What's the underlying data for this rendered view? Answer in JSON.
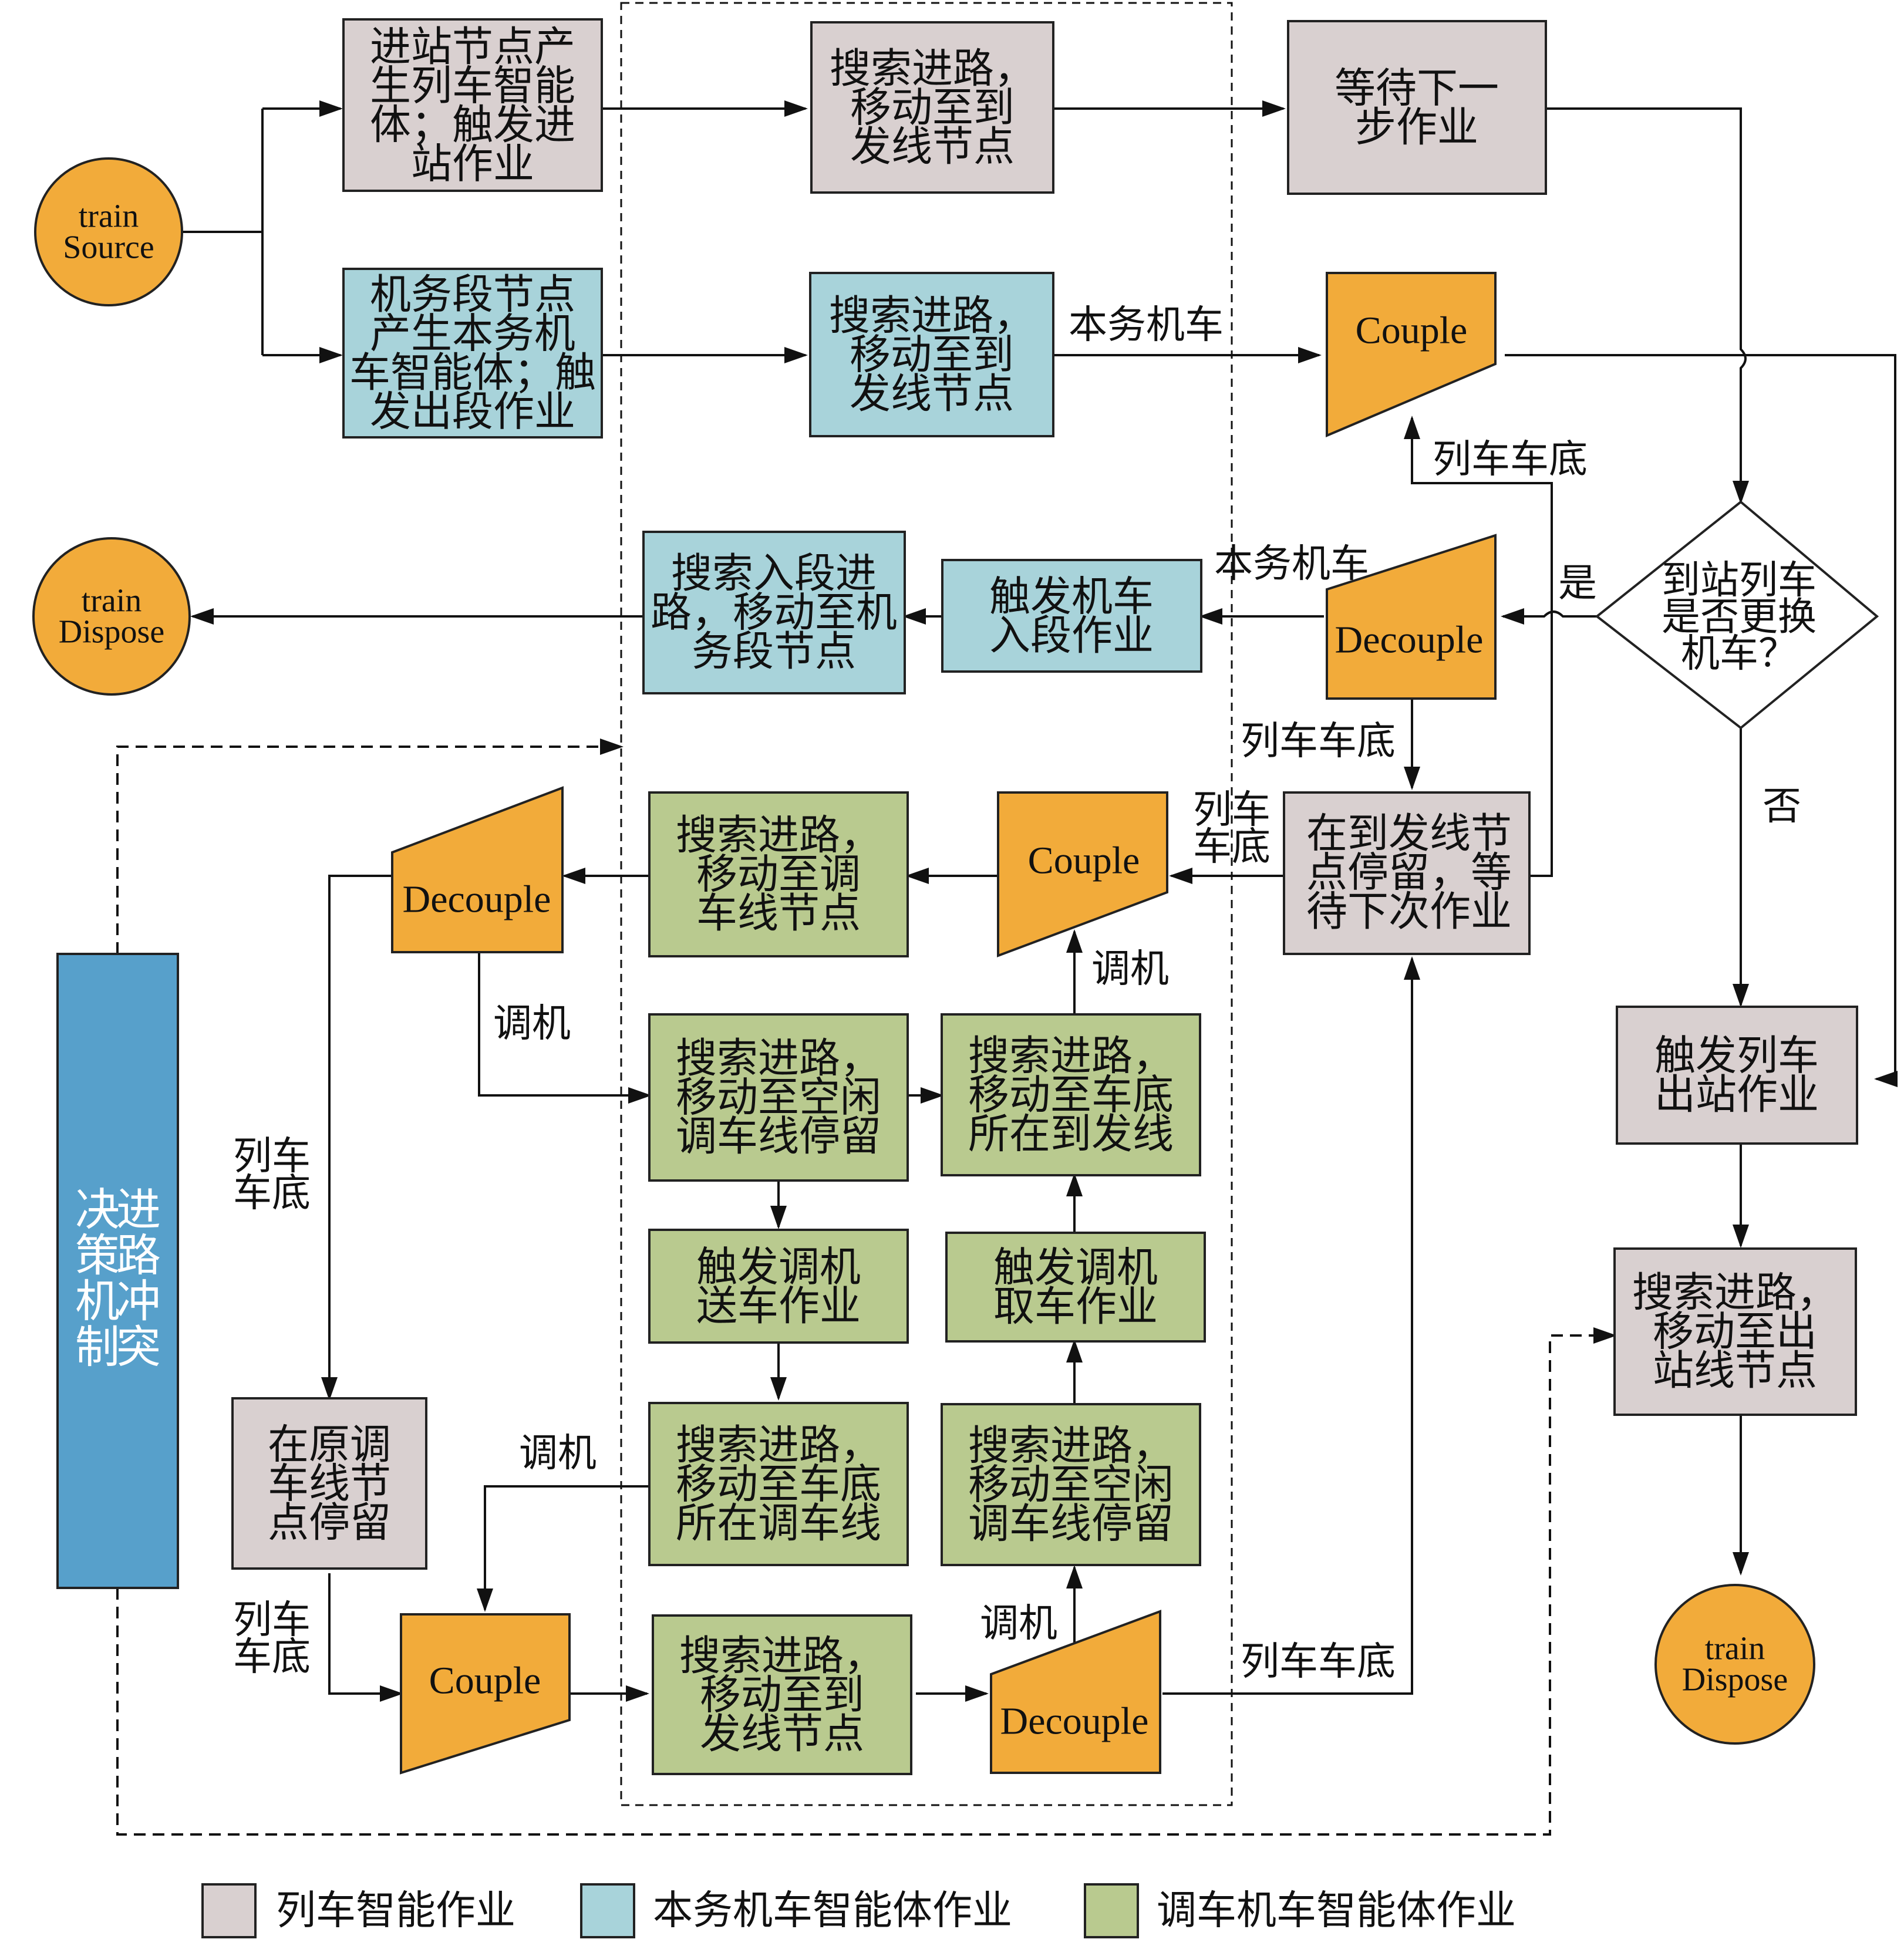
{
  "colors": {
    "train_op": "#D9D0D0",
    "loco_op": "#A8D3DA",
    "shunt_op": "#B9CA8F",
    "orange": "#F2AB3A",
    "blue_bar": "#57A0CB",
    "stroke": "#222222"
  },
  "nodes": {
    "train_source": "train\nSource",
    "arrive_node": "进站节点产\n生列车智能\n体；触发进\n站作业",
    "search_top": "搜索进路，\n移动至到\n发线节点",
    "wait_next": "等待下一\n步作业",
    "depot_node": "机务段节点\n产生本务机\n车智能体；触\n发出段作业",
    "search_loco": "搜索进路，\n移动至到\n发线节点",
    "couple_top": "Couple",
    "search_depot": "搜索入段进\n路，移动至机\n务段节点",
    "trigger_loco_in": "触发机车\n入段作业",
    "decouple_mid": "Decouple",
    "decision": "到站列车\n是否更换\n机车？",
    "dispose_left": "train\nDispose",
    "wait_at_line": "在到发线节\n点停留，等\n待下次作业",
    "couple_mid": "Couple",
    "search_shunt_line": "搜索进路，\n移动至调\n车线节点",
    "decouple_left": "Decouple",
    "search_idle_left": "搜索进路，\n移动至空闲\n调车线停留",
    "search_bottom_line": "搜索进路，\n移动至车底\n所在到发线",
    "trigger_send": "触发调机\n送车作业",
    "trigger_fetch": "触发调机\n取车作业",
    "search_car_shunt": "搜索进路，\n移动至车底\n所在调车线",
    "search_idle_right": "搜索进路，\n移动至空闲\n调车线停留",
    "stay_orig": "在原调\n车线节\n点停留",
    "couple_bottom": "Couple",
    "search_to_line": "搜索进路，\n移动至到\n发线节点",
    "decouple_bottom": "Decouple",
    "trigger_depart": "触发列车\n出站作业",
    "search_exit": "搜索进路，\n移动至出\n站线节点",
    "dispose_right": "train\nDispose",
    "conflict_bar": "进路冲突决策机制"
  },
  "edge_labels": {
    "loco_1": "本务机车",
    "loco_2": "本务机车",
    "car_body_1": "列车车底",
    "car_body_2": "列车车底",
    "car_body_3": "列车\n车底",
    "car_body_4": "列车\n车底",
    "car_body_5": "列车\n车底",
    "car_body_6": "列车车底",
    "shunter_1": "调机",
    "shunter_2": "调机",
    "shunter_3": "调机",
    "shunter_4": "调机",
    "yes": "是",
    "no": "否"
  },
  "legend": [
    {
      "label": "列车智能作业",
      "color": "#D9D0D0"
    },
    {
      "label": "本务机车智能体作业",
      "color": "#A8D3DA"
    },
    {
      "label": "调车机车智能体作业",
      "color": "#B9CA8F"
    }
  ]
}
